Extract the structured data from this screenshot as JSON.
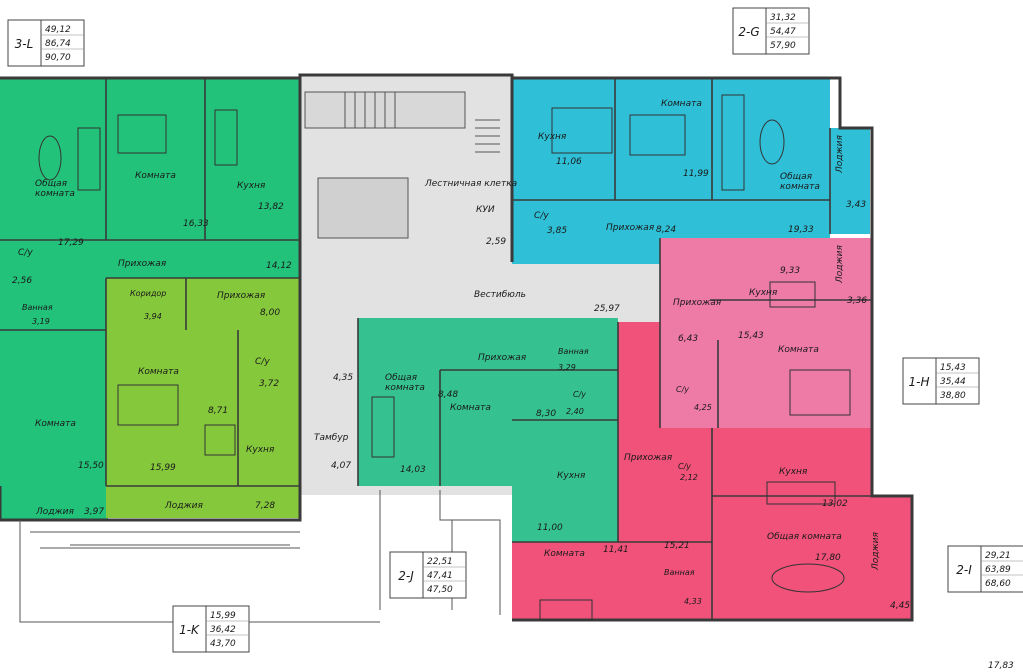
{
  "colors": {
    "green": "#22c27a",
    "light_green": "#86c83c",
    "teal": "#35c290",
    "cyan": "#2fbfd6",
    "pink": "#ee7aa6",
    "red": "#f0527a",
    "corridor": "#e2e2e2"
  },
  "legends": [
    {
      "code": "3-L",
      "values": [
        "49,12",
        "86,74",
        "90,70"
      ]
    },
    {
      "code": "2-G",
      "values": [
        "31,32",
        "54,47",
        "57,90"
      ]
    },
    {
      "code": "1-H",
      "values": [
        "15,43",
        "35,44",
        "38,80"
      ]
    },
    {
      "code": "2-J",
      "values": [
        "22,51",
        "47,41",
        "47,50"
      ]
    },
    {
      "code": "1-K",
      "values": [
        "15,99",
        "36,42",
        "43,70"
      ]
    },
    {
      "code": "2-I",
      "values": [
        "29,21",
        "63,89",
        "68,60"
      ]
    }
  ],
  "rooms": {
    "green_main": {
      "label": "Общая\nкомната",
      "area": "17,29"
    },
    "green_room": {
      "label": "Комната",
      "area": "16,33"
    },
    "green_kitchen": {
      "label": "Кухня",
      "area": "13,82"
    },
    "green_bath": {
      "label": "С/у",
      "area": "2,56"
    },
    "green_vannaya": {
      "label": "Ванная",
      "area": "3,19"
    },
    "green_hall": {
      "label": "Прихожая",
      "area": "14,12"
    },
    "green_corridor": {
      "label": "Коридор",
      "area": "3,94"
    },
    "green_room2": {
      "label": "Комната",
      "area": "15,50"
    },
    "green_loggia": {
      "label": "Лоджия",
      "area": "3,97"
    },
    "lg_hall": {
      "label": "Прихожая",
      "area": "8,00"
    },
    "lg_room": {
      "label": "Комната",
      "area": "15,99"
    },
    "lg_su": {
      "label": "С/у",
      "area": "3,72"
    },
    "lg_kitchen": {
      "label": "Кухня",
      "area": "8,71"
    },
    "lg_loggia": {
      "label": "Лоджия",
      "area": "7,28"
    },
    "cy_kitchen": {
      "label": "Кухня",
      "area": "11,06"
    },
    "cy_room": {
      "label": "Комната",
      "area": "11,99"
    },
    "cy_main": {
      "label": "Общая\nкомната",
      "area": "19,33"
    },
    "cy_loggia": {
      "label": "Лоджия",
      "area": "3,43"
    },
    "cy_su": {
      "label": "С/у",
      "area": "3,85"
    },
    "cy_hall": {
      "label": "Прихожая",
      "area": "8,24"
    },
    "stair": {
      "label": "Лестничная клетка"
    },
    "kui": {
      "label": "КУИ",
      "area": "2,59"
    },
    "vestibule": {
      "label": "Вестибюль",
      "area": "25,97"
    },
    "tambur": {
      "label": "Тамбур",
      "area": "4,07"
    },
    "tambur_top": {
      "area": "4,35"
    },
    "te_main": {
      "label": "Общая\nкомната",
      "area": "14,03"
    },
    "te_hall": {
      "label": "Прихожая",
      "area": "8,30"
    },
    "te_room": {
      "label": "Комната",
      "area": "8,48"
    },
    "te_vannaya": {
      "label": "Ванная",
      "area": "3,29"
    },
    "te_su": {
      "label": "С/у",
      "area": "2,40"
    },
    "te_kitchen": {
      "label": "Кухня",
      "area": "11,00"
    },
    "pk_hall": {
      "label": "Прихожая",
      "area": "6,43"
    },
    "pk_kitchen": {
      "label": "Кухня",
      "area": "9,33"
    },
    "pk_loggia": {
      "label": "Лоджия",
      "area": "3,36"
    },
    "pk_room": {
      "label": "Комната",
      "area": "15,43"
    },
    "pk_su": {
      "label": "С/у",
      "area": "4,25"
    },
    "rd_hall": {
      "label": "Прихожая",
      "area": "15,21"
    },
    "rd_room": {
      "label": "Комната",
      "area": "11,41"
    },
    "rd_vannaya": {
      "label": "Ванная",
      "area": "4,33"
    },
    "rd_su": {
      "label": "С/у",
      "area": "2,12"
    },
    "rd_kitchen": {
      "label": "Кухня",
      "area": "13,02"
    },
    "rd_main": {
      "label": "Общая комната",
      "area": "17,80"
    },
    "rd_loggia": {
      "label": "Лоджия",
      "area": "4,45"
    }
  },
  "corner_note": "17,83"
}
